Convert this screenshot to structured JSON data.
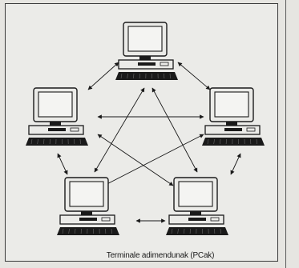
{
  "diagram": {
    "caption": "Terminale adimendunak (PCak)",
    "nodes": [
      {
        "id": "pc-top",
        "icon": "desktop-computer-icon"
      },
      {
        "id": "pc-left",
        "icon": "desktop-computer-icon"
      },
      {
        "id": "pc-right",
        "icon": "desktop-computer-icon"
      },
      {
        "id": "pc-bottom-left",
        "icon": "desktop-computer-icon"
      },
      {
        "id": "pc-bottom-right",
        "icon": "desktop-computer-icon"
      }
    ],
    "connections": [
      {
        "from": "pc-top",
        "to": "pc-left"
      },
      {
        "from": "pc-top",
        "to": "pc-right"
      },
      {
        "from": "pc-top",
        "to": "pc-bottom-left"
      },
      {
        "from": "pc-top",
        "to": "pc-bottom-right"
      },
      {
        "from": "pc-left",
        "to": "pc-right"
      },
      {
        "from": "pc-left",
        "to": "pc-bottom-left"
      },
      {
        "from": "pc-left",
        "to": "pc-bottom-right"
      },
      {
        "from": "pc-right",
        "to": "pc-bottom-left"
      },
      {
        "from": "pc-right",
        "to": "pc-bottom-right"
      },
      {
        "from": "pc-bottom-left",
        "to": "pc-bottom-right"
      }
    ],
    "colors": {
      "line": "#1a1a1a",
      "screen": "#f4f4f2",
      "paper": "#ebebe8"
    }
  }
}
